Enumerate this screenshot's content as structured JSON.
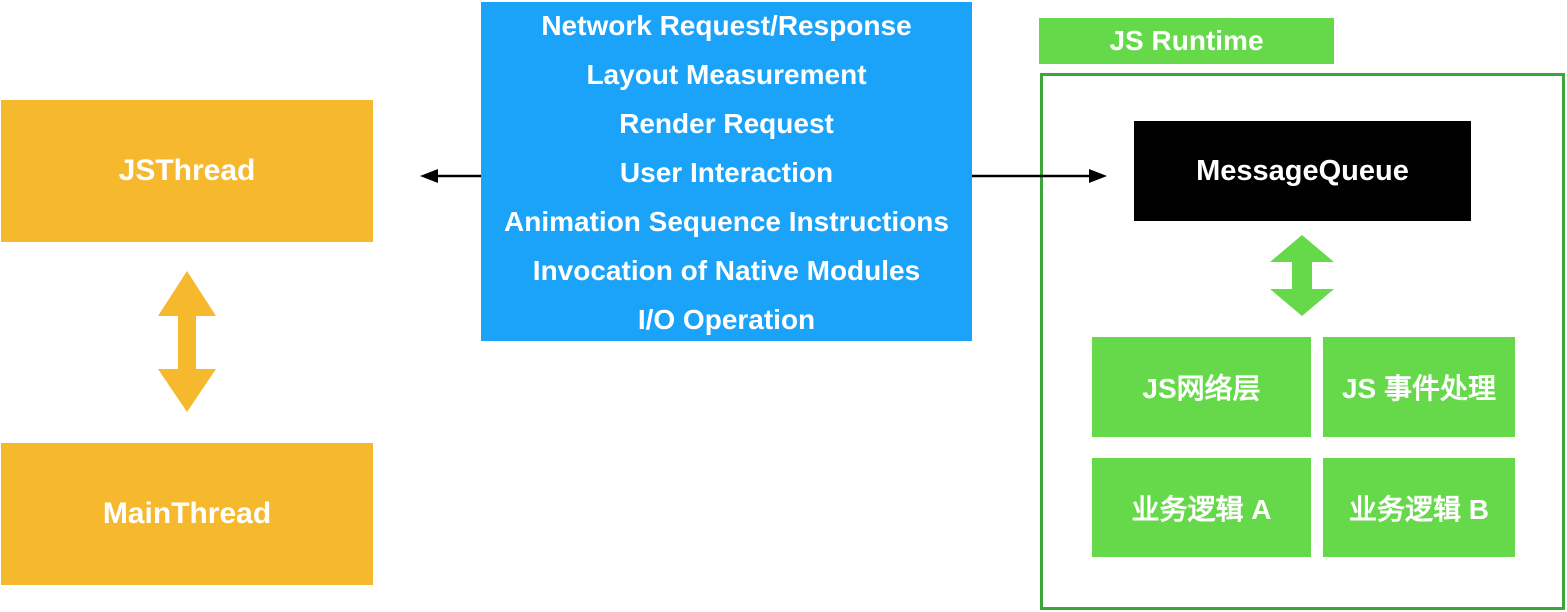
{
  "threads": {
    "js_thread": "JSThread",
    "main_thread": "MainThread"
  },
  "messages": [
    "Network Request/Response",
    "Layout Measurement",
    "Render Request",
    "User Interaction",
    "Animation Sequence Instructions",
    "Invocation of Native Modules",
    "I/O Operation"
  ],
  "runtime": {
    "label": "JS Runtime",
    "message_queue": "MessageQueue",
    "modules": [
      "JS网络层",
      "JS 事件处理",
      "业务逻辑 A",
      "业务逻辑 B"
    ]
  },
  "colors": {
    "thread": "#F6B92E",
    "messages": "#1AA3F9",
    "runtime_green": "#66D94A",
    "runtime_border": "#3CA63A",
    "message_queue": "#000000"
  }
}
